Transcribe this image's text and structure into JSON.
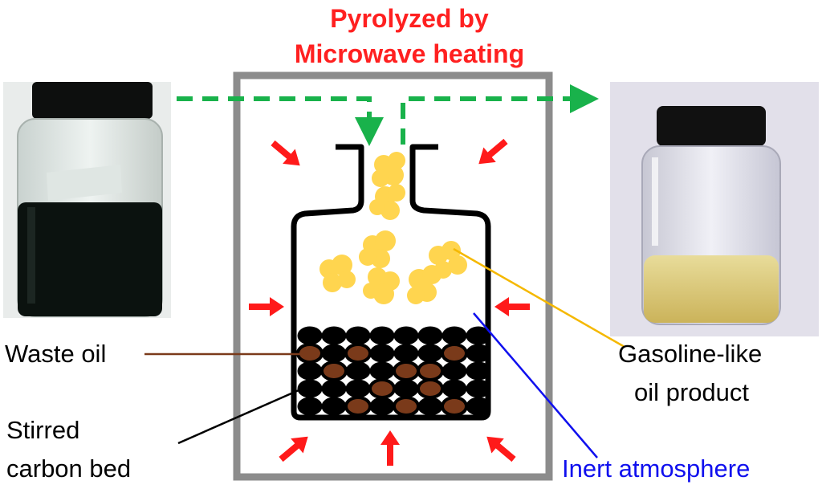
{
  "title": {
    "line1": "Pyrolyzed by",
    "line2": "Microwave heating"
  },
  "labels": {
    "waste_oil": "Waste oil",
    "carbon_bed_line1": "Stirred",
    "carbon_bed_line2": "carbon bed",
    "gasoline_line1": "Gasoline-like",
    "gasoline_line2": "oil product",
    "inert_atmosphere": "Inert atmosphere"
  },
  "colors": {
    "title": "#ff2020",
    "heat_arrow": "#ff1a1a",
    "flow_arrow": "#19b24b",
    "vapor": "#ffd54f",
    "carbon": "#000000",
    "waste_oil": "#7a3a1a",
    "gasoline_line": "#f5b800",
    "inert_line": "#1010ee",
    "chamber": "#8c8c8c"
  },
  "icons": {
    "left_photo": "dark-oil-jar-icon",
    "right_photo": "clear-oil-jar-icon"
  }
}
